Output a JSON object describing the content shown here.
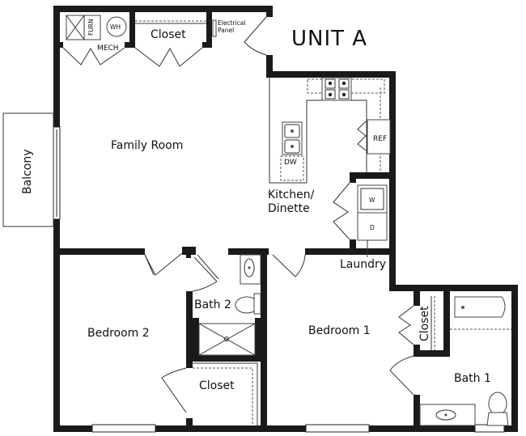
{
  "title": "UNIT   A",
  "rooms": {
    "family_room": "Family Room",
    "kitchen_line1": "Kitchen/",
    "kitchen_line2": "Dinette",
    "laundry": "Laundry",
    "bedroom1": "Bedroom 1",
    "bedroom2": "Bedroom 2",
    "bath1": "Bath 1",
    "bath2": "Bath 2",
    "closet_top": "Closet",
    "closet_bed2": "Closet",
    "closet_bed1": "Closet",
    "balcony": "Balcony",
    "mech": "MECH"
  },
  "fixtures": {
    "furnace": "FURN",
    "water_heater": "WH",
    "electrical_line1": "Electrical",
    "electrical_line2": "Panel",
    "refrigerator": "REF",
    "dishwasher": "DW",
    "washer": "W",
    "dryer": "D"
  }
}
